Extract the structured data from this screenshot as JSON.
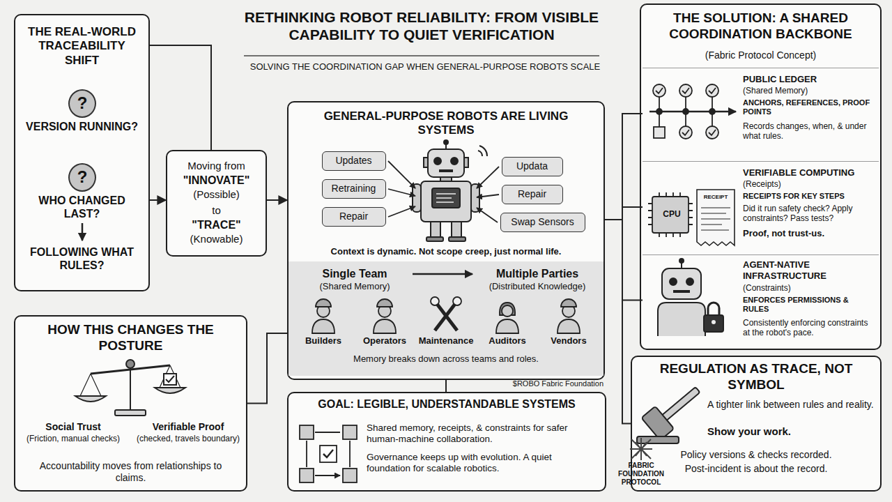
{
  "diagram": {
    "title": "RETHINKING ROBOT RELIABILITY: FROM VISIBLE CAPABILITY TO QUIET VERIFICATION",
    "nodes": [
      {
        "text": [
          "THE REAL-WORLD TRACEABILITY SHIFT",
          "VERSION RUNNING?",
          "WHO CHANGED LAST?",
          "FOLLOWING WHAT RULES?"
        ]
      },
      {
        "text": [
          "?"
        ],
        "in": 0
      },
      {
        "text": [
          "?"
        ],
        "in": 0
      },
      {
        "text": [
          "Moving from",
          "\"INNOVATE\"",
          "(Possible)",
          "to",
          "\"TRACE\"",
          "(Knowable)"
        ]
      },
      {
        "text": [
          "GENERAL-PURPOSE ROBOTS ARE LIVING SYSTEMS",
          "Context is dynamic. Not scope creep, just normal life."
        ]
      },
      {
        "text": [
          "Updates"
        ],
        "in": 4
      },
      {
        "text": [
          "Retraining"
        ],
        "in": 4
      },
      {
        "text": [
          "Repair"
        ],
        "in": 4
      },
      {
        "text": [
          "Updata"
        ],
        "in": 4
      },
      {
        "text": [
          "Repair"
        ],
        "in": 4
      },
      {
        "text": [
          "Swap Sensors"
        ],
        "in": 4
      },
      {
        "text": [
          "Single Team",
          "(Shared Memory)",
          "Multiple Parties",
          "(Distributed Knowledge)",
          "Builders",
          "Operators",
          "Maintenance",
          "Auditors",
          "Vendors",
          "Memory breaks down across teams and roles."
        ],
        "in": 4
      },
      {
        "text": [
          "THE SOLUTION: A SHARED COORDINATION BACKBONE",
          "(Fabric Protocol Concept)"
        ]
      },
      {
        "text": [
          "PUBLIC LEDGER",
          "(Shared Memory)",
          "ANCHORS, REFERENCES, PROOF POINTS",
          "Records changes, when, & under what rules."
        ],
        "in": 12
      },
      {
        "text": [
          "VERIFIABLE COMPUTING",
          "(Receipts)",
          "RECEIPTS FOR KEY STEPS",
          "Did it run safety check? Apply constraints? Pass tests?",
          "Proof, not trust-us."
        ],
        "in": 12
      },
      {
        "text": [
          "AGENT-NATIVE INFRASTRUCTURE",
          "(Constraints)",
          "ENFORCES PERMISSIONS & RULES",
          "Consistently enforcing constraints at the robot's pace."
        ],
        "in": 12
      },
      {
        "text": [
          "HOW THIS CHANGES THE POSTURE",
          "Social Trust",
          "(Friction, manual checks)",
          "Verifiable Proof",
          "(checked, travels boundary)",
          "Accountability moves from relationships to claims."
        ]
      },
      {
        "text": [
          "GOAL: LEGIBLE, UNDERSTANDABLE SYSTEMS",
          "Shared memory, receipts, & constraints for safer human-machine collaboration.",
          "Governance keeps up with evolution. A quiet foundation for scalable robotics."
        ]
      },
      {
        "text": [
          "REGULATION AS TRACE, NOT SYMBOL",
          "A tighter link between rules and reality.",
          "Show your work.",
          "Policy versions & checks recorded.",
          "Post-incident is about the record."
        ]
      }
    ],
    "edges": [
      {
        "from": 0,
        "to": 3,
        "arrow": "to"
      },
      {
        "from": 0,
        "to": 3,
        "arrow": "none"
      },
      {
        "from": 3,
        "to": 4,
        "arrow": "to"
      },
      {
        "from": 4,
        "to": 13,
        "arrow": "none"
      },
      {
        "from": 4,
        "to": 14,
        "arrow": "none"
      },
      {
        "from": 4,
        "to": 15,
        "arrow": "none"
      },
      {
        "from": 4,
        "to": 18,
        "arrow": "none"
      },
      {
        "from": 4,
        "to": 16,
        "arrow": "none"
      },
      {
        "from": 4,
        "to": 17,
        "arrow": "none"
      }
    ],
    "labels": [
      "SOLVING THE COORDINATION GAP WHEN GENERAL-PURPOSE ROBOTS SCALE",
      "$ROBO Fabric Foundation",
      "FABRIC FOUNDATION PROTOCOL",
      "CPU",
      "RECEIPT"
    ]
  }
}
